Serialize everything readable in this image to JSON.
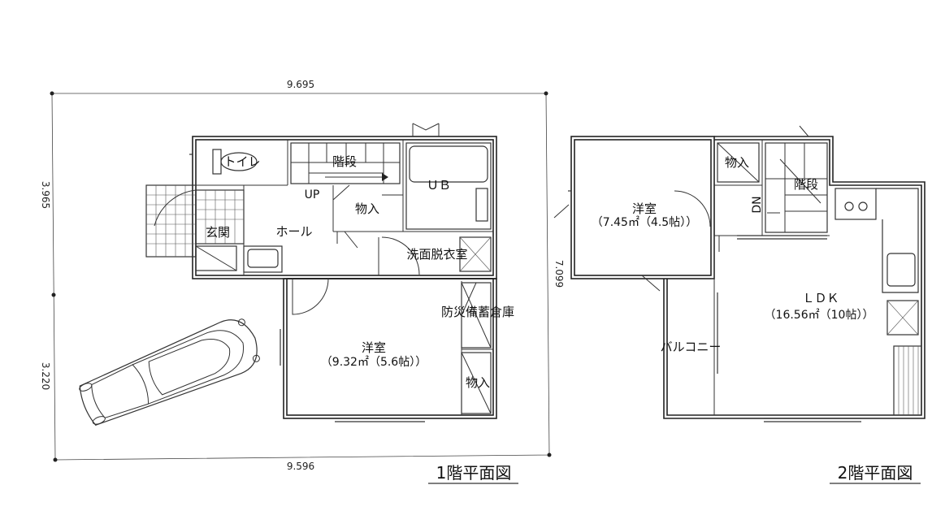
{
  "dimensions": {
    "top": "9.695",
    "bottom": "9.596",
    "left_upper": "3.965",
    "left_lower": "3.220",
    "right": "7.099"
  },
  "floor1": {
    "title": "1階平面図",
    "rooms": {
      "toilet": "トイレ",
      "stairs": "階段",
      "up": "UP",
      "ub": "ＵＢ",
      "storage_hall": "物入",
      "entrance": "玄関",
      "hall": "ホール",
      "washroom": "洗面脱衣室",
      "disaster_storage": "防災備蓄倉庫",
      "western_room": "洋室",
      "western_room_area": "（9.32㎡（5.6帖））",
      "storage_room": "物入"
    }
  },
  "floor2": {
    "title": "2階平面図",
    "rooms": {
      "western_room": "洋室",
      "western_room_area": "（7.45㎡（4.5帖））",
      "storage": "物入",
      "stairs": "階段",
      "dn": "DN",
      "ldk": "ＬＤＫ",
      "ldk_area": "（16.56㎡（10帖））",
      "balcony": "バルコニー"
    }
  }
}
